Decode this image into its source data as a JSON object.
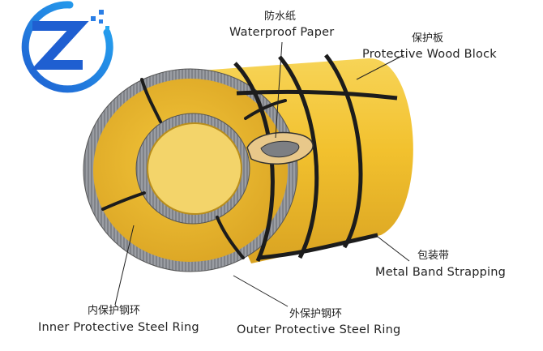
{
  "colors": {
    "coil_yellow": "#f2c12e",
    "coil_yellow_shadow": "#c9921a",
    "ring_gray": "#8f9298",
    "band_black": "#1c1c1c",
    "logo_blue": "#1f5fd1",
    "logo_gradient_light": "#26a8f2",
    "paper_tan": "#e8c88a"
  },
  "logo": {
    "icon": "z-letter-logo",
    "letter": "Z"
  },
  "labels": {
    "waterproof_paper": {
      "cn": "防水纸",
      "en": "Waterproof Paper"
    },
    "protective_wood_block": {
      "cn": "保护板",
      "en": "Protective Wood Block"
    },
    "metal_band_strapping": {
      "cn": "包装带",
      "en": "Metal Band Strapping"
    },
    "inner_ring": {
      "cn": "内保护钢环",
      "en": "Inner Protective Steel Ring"
    },
    "outer_ring": {
      "cn": "外保护钢环",
      "en": "Outer Protective Steel Ring"
    }
  }
}
